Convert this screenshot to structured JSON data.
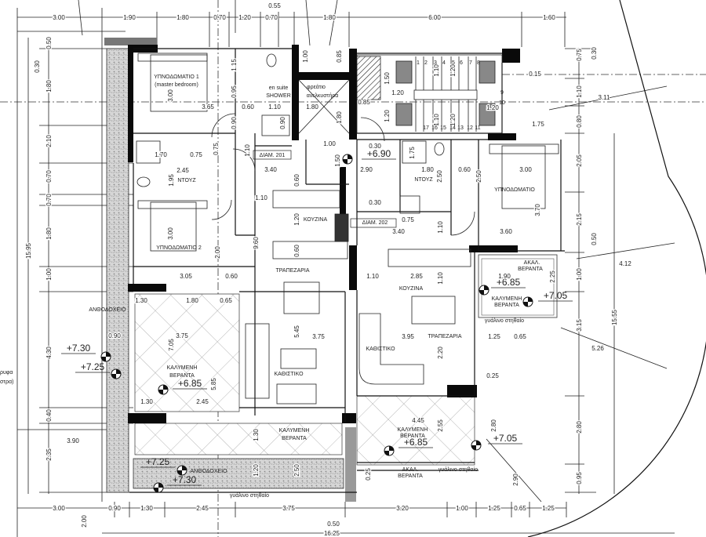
{
  "labels": [
    "ΥΠΝΟΔΩΜΑΤΙΟ 1",
    "(master bedroom)",
    "en suite",
    "SHOWER",
    "φρεάτιο",
    "ανελκυστήρα",
    "ΔΙΑΜ. 201",
    "ΝΤΟΥΖ",
    "ΚΟΥΖΙΝΑ",
    "ΥΠΝΟΔΩΜΑΤΙΟ 2",
    "ΤΡΑΠΕΖΑΡΙΑ",
    "ΑΝΘΟΔΟΧΕΙΟ",
    "ΚΑΛΥΜΕΝΗ",
    "ΒΕΡΑΝΤΑ",
    "ΚΑΘΙΣΤΙΚΟ",
    "ΚΑΛΥΜΕΝΗ",
    "ΒΕΡΑΝΤΑ",
    "ΑΝΘΟΔΟΧΕΙΟ",
    "γυάλινο στηθαίο",
    "ΔΙΑΜ. 202",
    "ΝΤΟΥΖ",
    "ΥΠΝΟΔΩΜΑΤΙΟ",
    "ΚΟΥΖΙΝΑ",
    "ΑΚΑΛ.",
    "ΒΕΡΑΝΤΑ",
    "ΚΑΛΥΜΕΝΗ",
    "ΒΕΡΑΝΤΑ",
    "γυάλινο στηθαίο",
    "ΚΑΘΙΣΤΙΚΟ",
    "ΤΡΑΠΕΖΑΡΙΑ",
    "ΚΑΛΥΜΕΝΗ",
    "ΒΕΡΑΝΤΑ",
    "ΑΚΑΛ.",
    "ΒΕΡΑΝΤΑ",
    "γυάλινο στηθαίο",
    "ρυφα",
    "στρα)"
  ],
  "elevations": [
    "+6.90",
    "+7.30",
    "+7.25",
    "+6.85",
    "+7.25",
    "+7.30",
    "+6.85",
    "+7.05",
    "+6.85",
    "+7.05"
  ],
  "dimensions": [
    "3.00",
    "1.90",
    "1.80",
    "0.70",
    "1.20",
    "0.70",
    "1.80",
    "6.00",
    "1.60",
    "0.55",
    "3.00",
    "0.90",
    "1.30",
    "2.45",
    "3.75",
    "3.20",
    "1.00",
    "1.25",
    "0.65",
    "1.25",
    "16.25",
    "0.50",
    "2.00",
    "0.30",
    "1.80",
    "2.10",
    "0.70",
    "0.70",
    "1.80",
    "1.00",
    "4.30",
    "0.40",
    "2.35",
    "15.95",
    "3.90",
    "0.50",
    "0.75",
    "1.10",
    "0.80",
    "2.05",
    "2.15",
    "1.00",
    "3.15",
    "2.80",
    "0.95",
    "15.55",
    "4.12",
    "3.11",
    "5.26",
    "0.50",
    "0.30",
    "0.15",
    "1.75",
    "2.80",
    "2.90",
    "3.65",
    "0.60",
    "1.10",
    "1.80",
    "1.15",
    "0.95",
    "0.90",
    "0.90",
    "1.00",
    "0.85",
    "1.80",
    "3.00",
    "1.70",
    "0.75",
    "0.75",
    "1.10",
    "2.45",
    "1.95",
    "3.40",
    "0.60",
    "1.00",
    "1.50",
    "0.30",
    "2.90",
    "1.75",
    "1.80",
    "0.60",
    "2.50",
    "2.50",
    "3.00",
    "1.50",
    "1.20",
    "0.85",
    "1.20",
    "1.10",
    "1.20",
    "1.10",
    "1.20",
    "1.20",
    "1.10",
    "1.20",
    "0.60",
    "9.60",
    "3.00",
    "2.00",
    "3.05",
    "0.60",
    "1.30",
    "1.80",
    "0.65",
    "0.90",
    "3.75",
    "7.05",
    "5.85",
    "5.45",
    "3.75",
    "1.30",
    "2.45",
    "1.30",
    "1.20",
    "2.50",
    "0.30",
    "0.75",
    "3.40",
    "1.10",
    "3.60",
    "3.70",
    "1.10",
    "2.85",
    "1.10",
    "1.90",
    "2.25",
    "3.95",
    "1.25",
    "0.65",
    "2.20",
    "0.25",
    "4.45",
    "2.55",
    "0.25"
  ],
  "stair_numbers": [
    "1",
    "2",
    "3",
    "4",
    "5",
    "6",
    "7",
    "8",
    "9",
    "10",
    "11",
    "12",
    "13",
    "14",
    "15",
    "16",
    "17"
  ]
}
